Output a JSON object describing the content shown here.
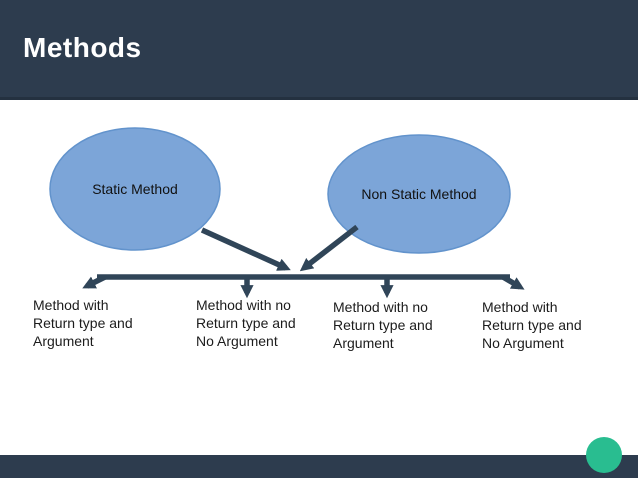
{
  "header": {
    "title": "Methods"
  },
  "colors": {
    "header_bg": "#2d3c4e",
    "header_border": "#243140",
    "footer_bg": "#2d3c4e",
    "accent_teal": "#29bd90",
    "ellipse_fill": "#7ca5d8",
    "ellipse_stroke": "#6293cc",
    "arrow": "#304558",
    "text_dark": "#1c1c1c",
    "title_text": "#ffffff",
    "body_bg": "#ffffff"
  },
  "diagram": {
    "ellipses": [
      {
        "label": "Static Method"
      },
      {
        "label": "Non Static Method"
      }
    ],
    "branches": [
      {
        "label": "Method with\nReturn type and\nArgument"
      },
      {
        "label": "Method with no\nReturn type and\nNo Argument"
      },
      {
        "label": "Method with no\nReturn type and\nArgument"
      },
      {
        "label": "Method with\nReturn type and\nNo Argument"
      }
    ]
  }
}
